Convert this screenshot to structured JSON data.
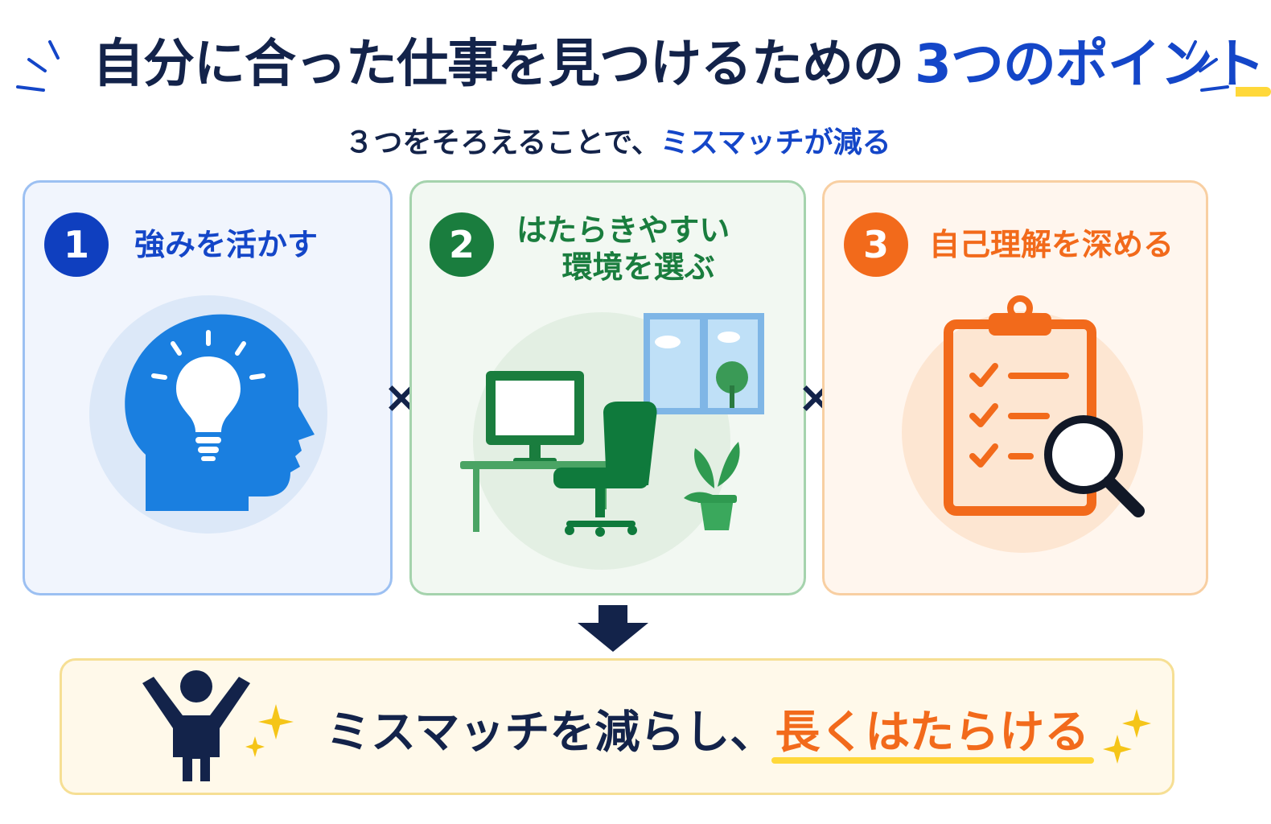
{
  "header": {
    "title_main": "自分に合った仕事を見つけるための",
    "title_accent": "3つのポイント",
    "subtitle_main": "３つをそろえることで、",
    "subtitle_accent": "ミスマッチが減る"
  },
  "cards": [
    {
      "number": "1",
      "label_line1": "強みを活かす",
      "label_line2": "",
      "icon": "head-lightbulb-icon",
      "color": "#1446c8"
    },
    {
      "number": "2",
      "label_line1": "はたらきやすい",
      "label_line2": "環境を選ぶ",
      "icon": "office-desk-icon",
      "color": "#1a7d3e"
    },
    {
      "number": "3",
      "label_line1": "自己理解を深める",
      "label_line2": "",
      "icon": "clipboard-magnifier-icon",
      "color": "#f26a1b"
    }
  ],
  "operators": {
    "times": "×"
  },
  "result": {
    "text_main": "ミスマッチを減らし、",
    "text_accent": "長くはたらける",
    "icon": "person-cheering-icon"
  },
  "colors": {
    "navy": "#13234a",
    "blue": "#1446c8",
    "green": "#1a7d3e",
    "orange": "#f26a1b",
    "yellow": "#ffd83a"
  }
}
